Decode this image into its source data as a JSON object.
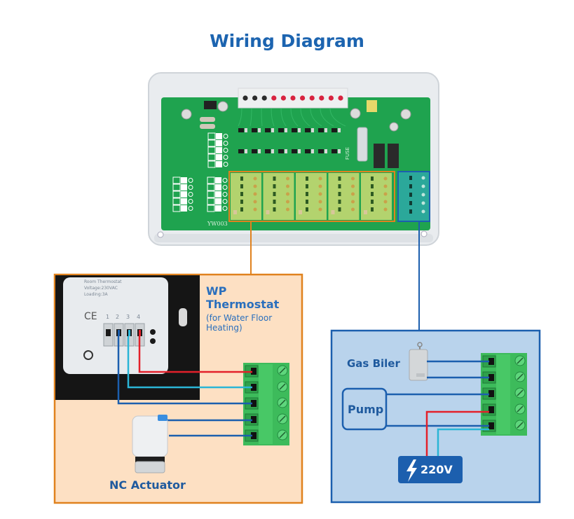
{
  "title": "Wiring Diagram",
  "controller": {
    "board_label": "YW003",
    "fuse_label": "FUSE",
    "led_colors": [
      "#2b2b2b",
      "#2b2b2b",
      "#2b2b2b",
      "#d8233f",
      "#d8233f",
      "#d8233f",
      "#d8233f",
      "#d8233f",
      "#d8233f",
      "#d8233f",
      "#d8233f"
    ],
    "zone_highlight_color": "#e0821e",
    "output_highlight_color": "#1c5fae"
  },
  "thermostat_panel": {
    "title": "WP Thermostat",
    "title_line1": "WP",
    "title_line2": "Thermostat",
    "subtitle_line1": "(for Water Floor",
    "subtitle_line2": "Heating)",
    "device_text": [
      "Room Thermostat",
      "Voltage:230VAC",
      "Loading:3A"
    ],
    "terminal_numbers": [
      "1",
      "2",
      "3",
      "4"
    ],
    "actuator_label": "NC Actuator",
    "background": "#fde0c3",
    "border": "#e0821e"
  },
  "output_panel": {
    "boiler_label": "Gas Biler",
    "pump_label": "Pump",
    "power_label": "220V",
    "power_icon": "lightning-bolt-icon",
    "background": "#b9d3ec",
    "border": "#1c5fae"
  },
  "wire_colors": {
    "live": "#e3202a",
    "neutral": "#2bb5d6",
    "signal": "#1c5fae"
  }
}
